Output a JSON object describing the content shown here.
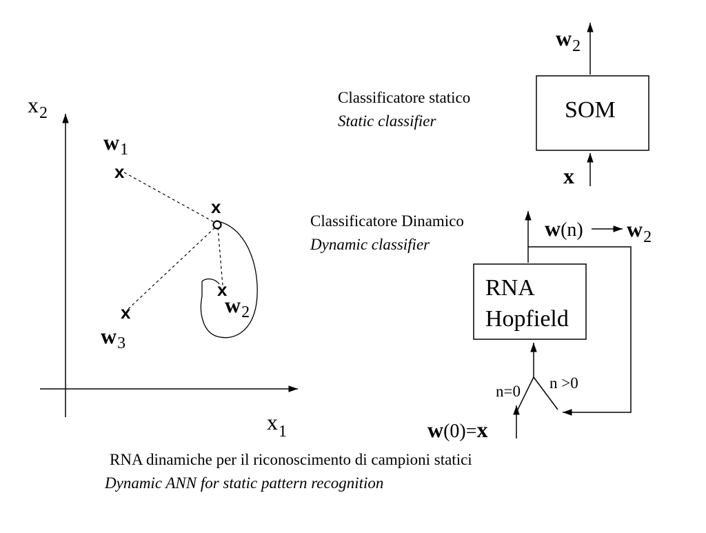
{
  "axes": {
    "x_label": "x",
    "x_sub": "1",
    "y_label": "x",
    "y_sub": "2"
  },
  "points": {
    "w1": {
      "label": "w",
      "sub": "1",
      "mark": "x"
    },
    "w2": {
      "label": "w",
      "sub": "2",
      "mark": "x"
    },
    "w3": {
      "label": "w",
      "sub": "3",
      "mark": "x"
    },
    "input": {
      "mark": "x"
    }
  },
  "static": {
    "title_it": "Classificatore statico",
    "title_en": "Static classifier",
    "box": "SOM",
    "input": "x",
    "output_w": "w",
    "output_sub": "2"
  },
  "dynamic": {
    "title_it": "Classificatore Dinamico",
    "title_en": "Dynamic classifier",
    "box_line1": "RNA",
    "box_line2": "Hopfield",
    "state_w": "w",
    "state_n": "(n)",
    "final_w": "w",
    "final_sub": "2",
    "n_zero": "n=0",
    "n_pos": "n >0",
    "init_w": "w",
    "init_mid": "(0)=",
    "init_x": "x"
  },
  "caption": {
    "it": "RNA dinamiche per il riconoscimento di campioni statici",
    "en": "Dynamic ANN for static pattern recognition"
  }
}
